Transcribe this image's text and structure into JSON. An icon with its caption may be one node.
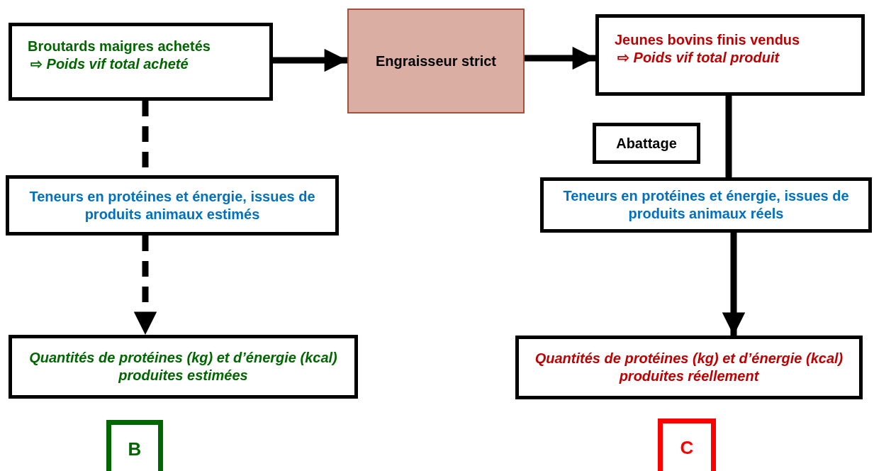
{
  "diagram": {
    "nodes": [
      {
        "text": [
          "Broutards maigres achetés",
          "⇨ *Poids vif total acheté*"
        ]
      },
      {
        "text": [
          "Engraisseur strict"
        ]
      },
      {
        "text": [
          "Jeunes bovins finis vendus",
          "⇨ *Poids vif total produit*"
        ]
      },
      {
        "text": [
          "Abattage"
        ]
      },
      {
        "text": [
          "Teneurs en protéines et énergie, issues de produits animaux estimés"
        ]
      },
      {
        "text": [
          "Teneurs en protéines et énergie, issues de produits animaux réels"
        ]
      },
      {
        "text": [
          "Quantités de protéines (kg) et d’énergie (kcal) produites estimées"
        ]
      },
      {
        "text": [
          "Quantités de protéines (kg) et d’énergie (kcal) produites réellement"
        ]
      },
      {
        "text": [
          "B"
        ]
      },
      {
        "text": [
          "C"
        ]
      }
    ],
    "edges": [
      {
        "from": 0,
        "to": 1,
        "arrow": "to"
      },
      {
        "from": 1,
        "to": 2,
        "arrow": "to"
      },
      {
        "from": 0,
        "to": 4,
        "arrow": "none",
        "style": "dashed"
      },
      {
        "from": 4,
        "to": 6,
        "arrow": "to",
        "style": "dashed"
      },
      {
        "from": 2,
        "to": 5,
        "arrow": "none"
      },
      {
        "from": 5,
        "to": 7,
        "arrow": "to"
      }
    ]
  }
}
